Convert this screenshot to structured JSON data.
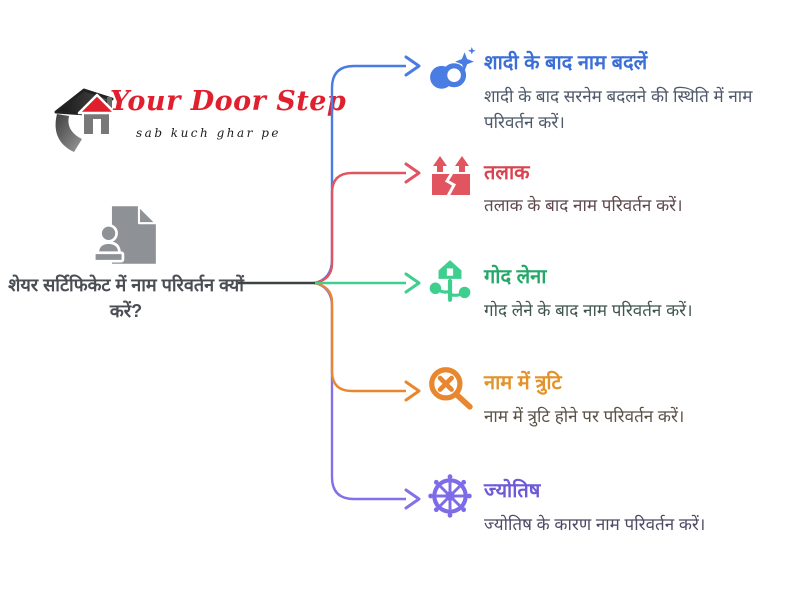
{
  "logo": {
    "brand": "Your Door Step",
    "tagline": "sab kuch ghar pe",
    "brand_color": "#e0202e",
    "icon": "door-step-house-icon"
  },
  "center": {
    "icon": "certificate-stamp-icon",
    "icon_color": "#8e9196",
    "title": "शेयर सर्टिफिकेट में नाम परिवर्तन क्यों करें?",
    "text_color": "#4a4e54"
  },
  "connector": {
    "trunk_color": "#3f4245",
    "arrow_style": "open-chevron"
  },
  "branches": [
    {
      "icon": "wedding-rings-icon",
      "title": "शादी के बाद नाम बदलें",
      "desc": "शादी के बाद सरनेम बदलने की स्थिति में नाम परिवर्तन करें।",
      "title_color": "#3b6fd6",
      "accent_color": "#4a7de3",
      "desc_color": "#4d5868"
    },
    {
      "icon": "divorce-icon",
      "title": "तलाक",
      "desc": "तलाक के बाद नाम परिवर्तन करें।",
      "title_color": "#d8434f",
      "accent_color": "#e0555f",
      "desc_color": "#5d484c"
    },
    {
      "icon": "adoption-icon",
      "title": "गोद लेना",
      "desc": "गोद लेने के बाद नाम परिवर्तन करें।",
      "title_color": "#27a86b",
      "accent_color": "#3ecf8e",
      "desc_color": "#40564c"
    },
    {
      "icon": "name-error-icon",
      "title": "नाम में त्रुटि",
      "desc": "नाम में त्रुटि होने पर परिवर्तन करें।",
      "title_color": "#e2932b",
      "accent_color": "#e8872e",
      "desc_color": "#5a5147"
    },
    {
      "icon": "astrology-wheel-icon",
      "title": "ज्योतिष",
      "desc": "ज्योतिष के कारण नाम परिवर्तन करें।",
      "title_color": "#6e59d9",
      "accent_color": "#7c6ce8",
      "desc_color": "#4f4a63"
    }
  ]
}
